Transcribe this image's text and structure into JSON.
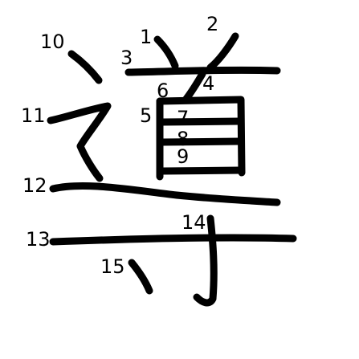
{
  "diagram": {
    "character": "導",
    "stroke_color": "#000000",
    "background_color": "#ffffff",
    "stroke_numbers": [
      "1",
      "2",
      "3",
      "4",
      "5",
      "6",
      "7",
      "8",
      "9",
      "10",
      "11",
      "12",
      "13",
      "14",
      "15"
    ]
  }
}
